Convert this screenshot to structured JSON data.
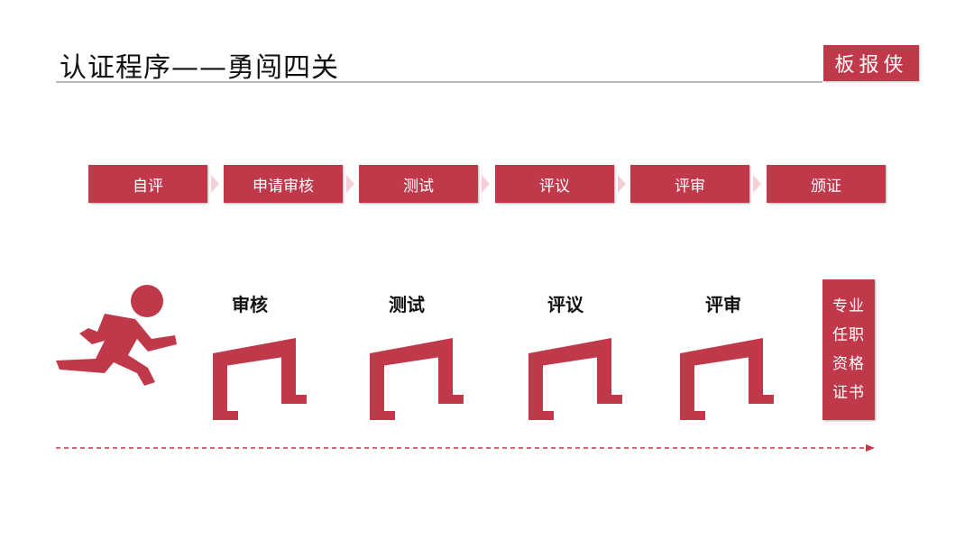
{
  "header": {
    "title": "认证程序——勇闯四关",
    "brand": "板报侠"
  },
  "process": {
    "steps": [
      "自评",
      "申请审核",
      "测试",
      "评议",
      "评审",
      "颁证"
    ]
  },
  "hurdles": {
    "labels": [
      "审核",
      "测试",
      "评议",
      "评审"
    ]
  },
  "goal": {
    "lines": [
      "专业",
      "任职",
      "资格",
      "证书"
    ]
  },
  "icons": {
    "runner": "running-person-icon",
    "hurdle": "hurdle-icon",
    "chevron": "chevron-right-icon",
    "track": "dashed-arrow-icon"
  },
  "colors": {
    "accent": "#c0394b",
    "chevron": "#f1d1d6",
    "rule": "#b9b9b9"
  }
}
